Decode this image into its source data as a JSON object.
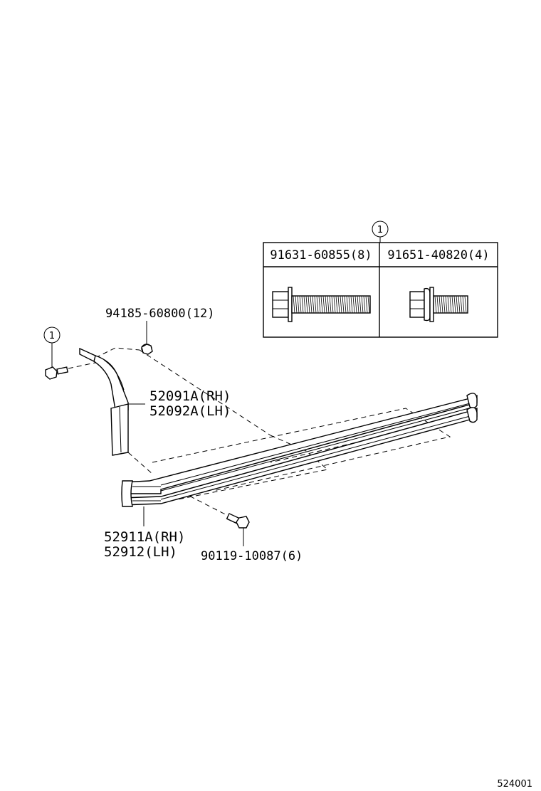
{
  "callout": {
    "symbol": "1"
  },
  "table": {
    "col1_part": "91631-60855(8)",
    "col2_part": "91651-40820(4)"
  },
  "labels": {
    "nut": "94185-60800(12)",
    "bracket_rh": "52091A(RH)",
    "bracket_lh": "52092A(LH)",
    "step_rh": "52911A(RH)",
    "step_lh": "52912(LH)",
    "bolt": "90119-10087(6)"
  },
  "figure_code": "524001"
}
